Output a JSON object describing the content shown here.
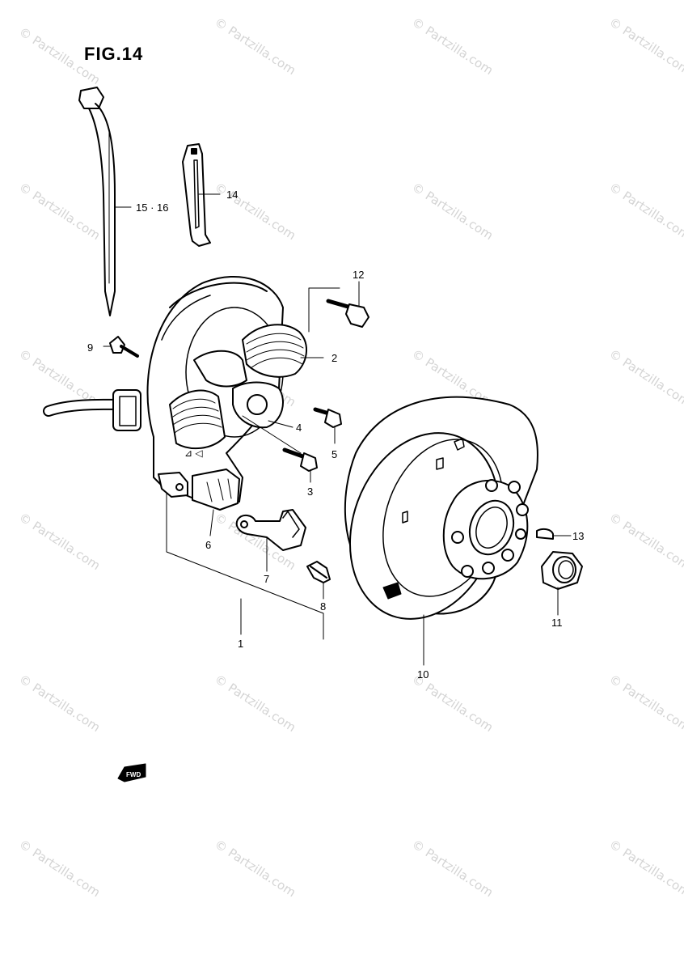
{
  "figure_title": "FIG.14",
  "watermark": "© Partzilla.com",
  "fwd_badge": "FWD",
  "callouts": {
    "c1": "1",
    "c2": "2",
    "c3": "3",
    "c4": "4",
    "c5": "5",
    "c6": "6",
    "c7": "7",
    "c8": "8",
    "c9": "9",
    "c10": "10",
    "c11": "11",
    "c12": "12",
    "c13": "13",
    "c14": "14",
    "c15_16": "15 · 16"
  },
  "colors": {
    "ink": "#000000",
    "watermark": "#d4d4d4"
  }
}
